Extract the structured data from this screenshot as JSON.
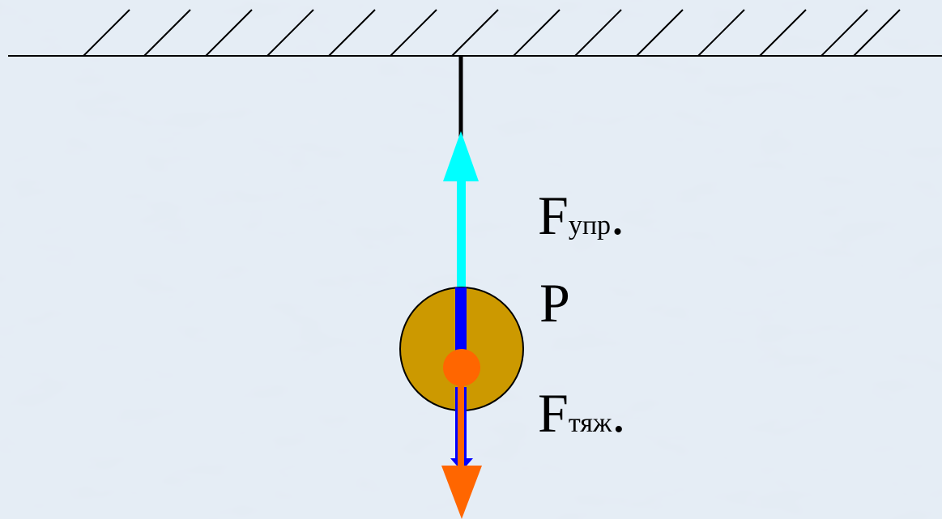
{
  "labels": {
    "elastic_force": {
      "main": "F",
      "sub": "упр",
      "suffix": "."
    },
    "weight": {
      "main": "P"
    },
    "gravity_force": {
      "main": "F",
      "sub": "тяж",
      "suffix": "."
    }
  },
  "colors": {
    "background": "#dfe8f1",
    "ceiling": "#000000",
    "string": "#000000",
    "ball_fill": "#cc9900",
    "elastic_force_arrow": "#00ffff",
    "weight_arrow": "#0000ff",
    "gravity_force_arrow": "#ff6600",
    "center_of_mass": "#ff6600"
  }
}
